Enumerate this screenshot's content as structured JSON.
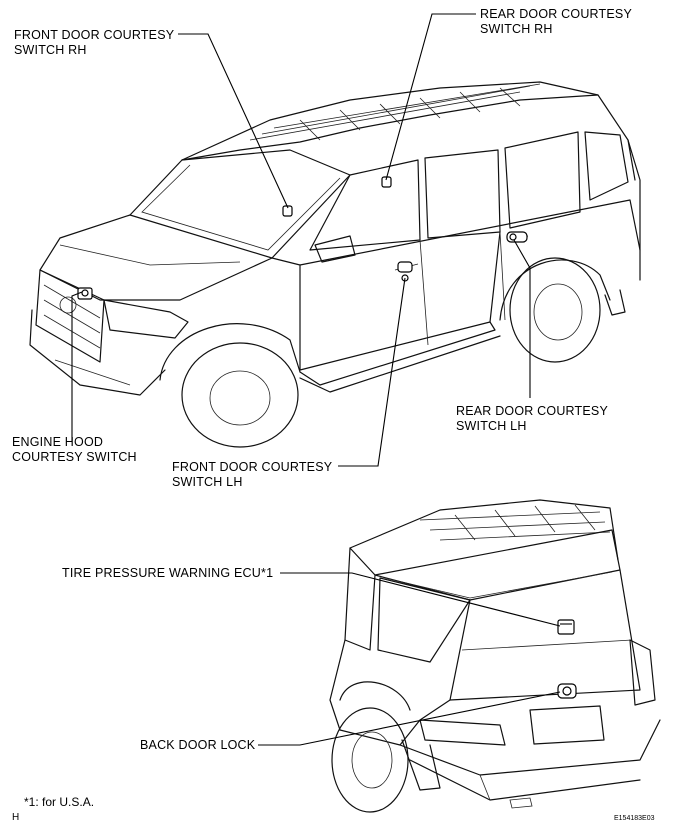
{
  "labels": {
    "front_door_rh": "FRONT DOOR COURTESY\nSWITCH RH",
    "rear_door_rh": "REAR DOOR COURTESY\nSWITCH RH",
    "engine_hood": "ENGINE HOOD\nCOURTESY SWITCH",
    "rear_door_lh": "REAR DOOR COURTESY\nSWITCH LH",
    "front_door_lh": "FRONT DOOR COURTESY\nSWITCH LH",
    "tire_pressure_ecu": "TIRE PRESSURE WARNING ECU*1",
    "back_door_lock": "BACK DOOR LOCK"
  },
  "footnote": "*1: for U.S.A.",
  "corner_mark": "H",
  "figure_code": "E154183E03"
}
